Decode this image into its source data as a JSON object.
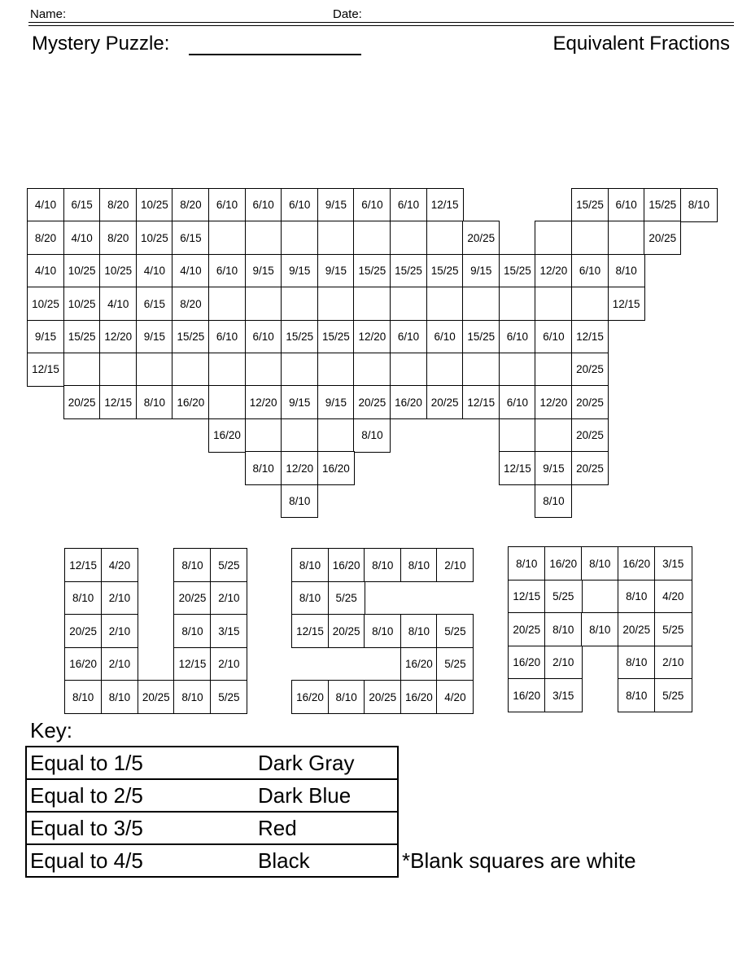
{
  "header": {
    "name_label": "Name:",
    "date_label": "Date:",
    "title": "Mystery Puzzle:",
    "subtitle": "Equivalent Fractions"
  },
  "puzzle_rows": [
    [
      [
        0,
        "4/10"
      ],
      [
        1,
        "6/15"
      ],
      [
        2,
        "8/20"
      ],
      [
        3,
        "10/25"
      ],
      [
        4,
        "8/20"
      ],
      [
        5,
        "6/10"
      ],
      [
        6,
        "6/10"
      ],
      [
        7,
        "6/10"
      ],
      [
        8,
        "9/15"
      ],
      [
        9,
        "6/10"
      ],
      [
        10,
        "6/10"
      ],
      [
        11,
        "12/15"
      ],
      [
        15,
        "15/25"
      ],
      [
        16,
        "6/10"
      ],
      [
        17,
        "15/25"
      ],
      [
        18,
        "8/10"
      ]
    ],
    [
      [
        0,
        "8/20"
      ],
      [
        1,
        "4/10"
      ],
      [
        2,
        "8/20"
      ],
      [
        3,
        "10/25"
      ],
      [
        4,
        "6/15"
      ],
      [
        5,
        ""
      ],
      [
        6,
        ""
      ],
      [
        7,
        ""
      ],
      [
        8,
        ""
      ],
      [
        9,
        ""
      ],
      [
        10,
        ""
      ],
      [
        11,
        ""
      ],
      [
        12,
        "20/25"
      ],
      [
        14,
        ""
      ],
      [
        15,
        ""
      ],
      [
        16,
        ""
      ],
      [
        17,
        "20/25"
      ]
    ],
    [
      [
        0,
        "4/10"
      ],
      [
        1,
        "10/25"
      ],
      [
        2,
        "10/25"
      ],
      [
        3,
        "4/10"
      ],
      [
        4,
        "4/10"
      ],
      [
        5,
        "6/10"
      ],
      [
        6,
        "9/15"
      ],
      [
        7,
        "9/15"
      ],
      [
        8,
        "9/15"
      ],
      [
        9,
        "15/25"
      ],
      [
        10,
        "15/25"
      ],
      [
        11,
        "15/25"
      ],
      [
        12,
        "9/15"
      ],
      [
        13,
        "15/25"
      ],
      [
        14,
        "12/20"
      ],
      [
        15,
        "6/10"
      ],
      [
        16,
        "8/10"
      ]
    ],
    [
      [
        0,
        "10/25"
      ],
      [
        1,
        "10/25"
      ],
      [
        2,
        "4/10"
      ],
      [
        3,
        "6/15"
      ],
      [
        4,
        "8/20"
      ],
      [
        5,
        ""
      ],
      [
        6,
        ""
      ],
      [
        7,
        ""
      ],
      [
        8,
        ""
      ],
      [
        9,
        ""
      ],
      [
        10,
        ""
      ],
      [
        11,
        ""
      ],
      [
        12,
        ""
      ],
      [
        13,
        ""
      ],
      [
        14,
        ""
      ],
      [
        15,
        ""
      ],
      [
        16,
        "12/15"
      ]
    ],
    [
      [
        0,
        "9/15"
      ],
      [
        1,
        "15/25"
      ],
      [
        2,
        "12/20"
      ],
      [
        3,
        "9/15"
      ],
      [
        4,
        "15/25"
      ],
      [
        5,
        "6/10"
      ],
      [
        6,
        "6/10"
      ],
      [
        7,
        "15/25"
      ],
      [
        8,
        "15/25"
      ],
      [
        9,
        "12/20"
      ],
      [
        10,
        "6/10"
      ],
      [
        11,
        "6/10"
      ],
      [
        12,
        "15/25"
      ],
      [
        13,
        "6/10"
      ],
      [
        14,
        "6/10"
      ],
      [
        15,
        "12/15"
      ]
    ],
    [
      [
        0,
        "12/15"
      ],
      [
        1,
        ""
      ],
      [
        2,
        ""
      ],
      [
        3,
        ""
      ],
      [
        4,
        ""
      ],
      [
        5,
        ""
      ],
      [
        6,
        ""
      ],
      [
        7,
        ""
      ],
      [
        8,
        ""
      ],
      [
        9,
        ""
      ],
      [
        10,
        ""
      ],
      [
        11,
        ""
      ],
      [
        12,
        ""
      ],
      [
        13,
        ""
      ],
      [
        14,
        ""
      ],
      [
        15,
        "20/25"
      ]
    ],
    [
      [
        1,
        "20/25"
      ],
      [
        2,
        "12/15"
      ],
      [
        3,
        "8/10"
      ],
      [
        4,
        "16/20"
      ],
      [
        5,
        ""
      ],
      [
        6,
        "12/20"
      ],
      [
        7,
        "9/15"
      ],
      [
        8,
        "9/15"
      ],
      [
        9,
        "20/25"
      ],
      [
        10,
        "16/20"
      ],
      [
        11,
        "20/25"
      ],
      [
        12,
        "12/15"
      ],
      [
        13,
        "6/10"
      ],
      [
        14,
        "12/20"
      ],
      [
        15,
        "20/25"
      ]
    ],
    [
      [
        5,
        "16/20"
      ],
      [
        6,
        ""
      ],
      [
        7,
        ""
      ],
      [
        8,
        ""
      ],
      [
        9,
        "8/10"
      ],
      [
        13,
        ""
      ],
      [
        14,
        ""
      ],
      [
        15,
        "20/25"
      ]
    ],
    [
      [
        6,
        "8/10"
      ],
      [
        7,
        "12/20"
      ],
      [
        8,
        "16/20"
      ],
      [
        13,
        "12/15"
      ],
      [
        14,
        "9/15"
      ],
      [
        15,
        "20/25"
      ]
    ],
    [
      [
        7,
        "8/10"
      ],
      [
        14,
        "8/10"
      ]
    ]
  ],
  "letter_u": [
    [
      [
        0,
        "12/15"
      ],
      [
        1,
        "4/20"
      ],
      [
        3,
        "8/10"
      ],
      [
        4,
        "5/25"
      ]
    ],
    [
      [
        0,
        "8/10"
      ],
      [
        1,
        "2/10"
      ],
      [
        3,
        "20/25"
      ],
      [
        4,
        "2/10"
      ]
    ],
    [
      [
        0,
        "20/25"
      ],
      [
        1,
        "2/10"
      ],
      [
        3,
        "8/10"
      ],
      [
        4,
        "3/15"
      ]
    ],
    [
      [
        0,
        "16/20"
      ],
      [
        1,
        "2/10"
      ],
      [
        3,
        "12/15"
      ],
      [
        4,
        "2/10"
      ]
    ],
    [
      [
        0,
        "8/10"
      ],
      [
        1,
        "8/10"
      ],
      [
        2,
        "20/25"
      ],
      [
        3,
        "8/10"
      ],
      [
        4,
        "5/25"
      ]
    ]
  ],
  "letter_s": [
    [
      [
        0,
        "8/10"
      ],
      [
        1,
        "16/20"
      ],
      [
        2,
        "8/10"
      ],
      [
        3,
        "8/10"
      ],
      [
        4,
        "2/10"
      ]
    ],
    [
      [
        0,
        "8/10"
      ],
      [
        1,
        "5/25"
      ]
    ],
    [
      [
        0,
        "12/15"
      ],
      [
        1,
        "20/25"
      ],
      [
        2,
        "8/10"
      ],
      [
        3,
        "8/10"
      ],
      [
        4,
        "5/25"
      ]
    ],
    [
      [
        3,
        "16/20"
      ],
      [
        4,
        "5/25"
      ]
    ],
    [
      [
        0,
        "16/20"
      ],
      [
        1,
        "8/10"
      ],
      [
        2,
        "20/25"
      ],
      [
        3,
        "16/20"
      ],
      [
        4,
        "4/20"
      ]
    ]
  ],
  "letter_a": [
    [
      [
        0,
        "8/10"
      ],
      [
        1,
        "16/20"
      ],
      [
        2,
        "8/10"
      ],
      [
        3,
        "16/20"
      ],
      [
        4,
        "3/15"
      ]
    ],
    [
      [
        0,
        "12/15"
      ],
      [
        1,
        "5/25"
      ],
      [
        3,
        "8/10"
      ],
      [
        4,
        "4/20"
      ]
    ],
    [
      [
        0,
        "20/25"
      ],
      [
        1,
        "8/10"
      ],
      [
        2,
        "8/10"
      ],
      [
        3,
        "20/25"
      ],
      [
        4,
        "5/25"
      ]
    ],
    [
      [
        0,
        "16/20"
      ],
      [
        1,
        "2/10"
      ],
      [
        3,
        "8/10"
      ],
      [
        4,
        "2/10"
      ]
    ],
    [
      [
        0,
        "16/20"
      ],
      [
        1,
        "3/15"
      ],
      [
        3,
        "8/10"
      ],
      [
        4,
        "5/25"
      ]
    ]
  ],
  "key": {
    "title": "Key:",
    "rows": [
      {
        "fraction": "Equal to 1/5",
        "color": "Dark Gray"
      },
      {
        "fraction": "Equal to 2/5",
        "color": "Dark Blue"
      },
      {
        "fraction": "Equal to 3/5",
        "color": "Red"
      },
      {
        "fraction": "Equal to 4/5",
        "color": "Black"
      }
    ],
    "note": "*Blank squares are white"
  }
}
